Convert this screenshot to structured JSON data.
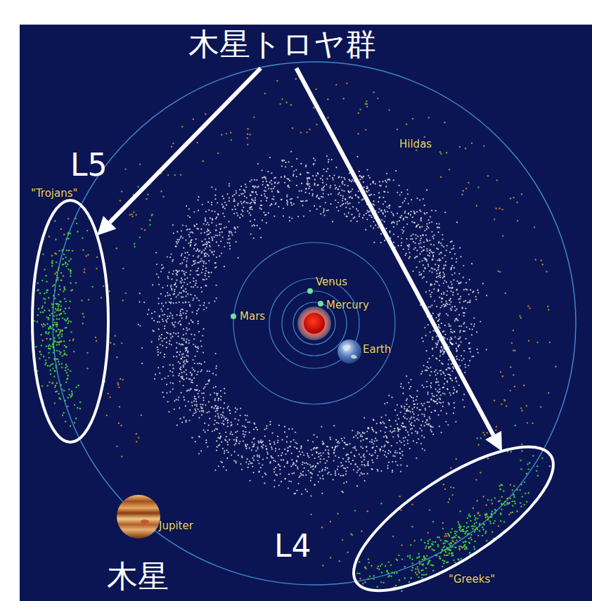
{
  "diagram": {
    "nodes": [
      {
        "text": [
          "木星トロヤ群"
        ]
      },
      {
        "text": [
          "L5"
        ]
      },
      {
        "text": [
          "L4"
        ]
      }
    ],
    "edges": [
      {
        "from": 0,
        "to": 1,
        "arrow": "to"
      },
      {
        "from": 0,
        "to": 2,
        "arrow": "to"
      }
    ],
    "labels": [
      "\"Trojans\"",
      "Hildas",
      "Venus",
      "Mercury",
      "Mars",
      "Earth",
      "Jupiter",
      "\"Greeks\"",
      "木星"
    ]
  }
}
